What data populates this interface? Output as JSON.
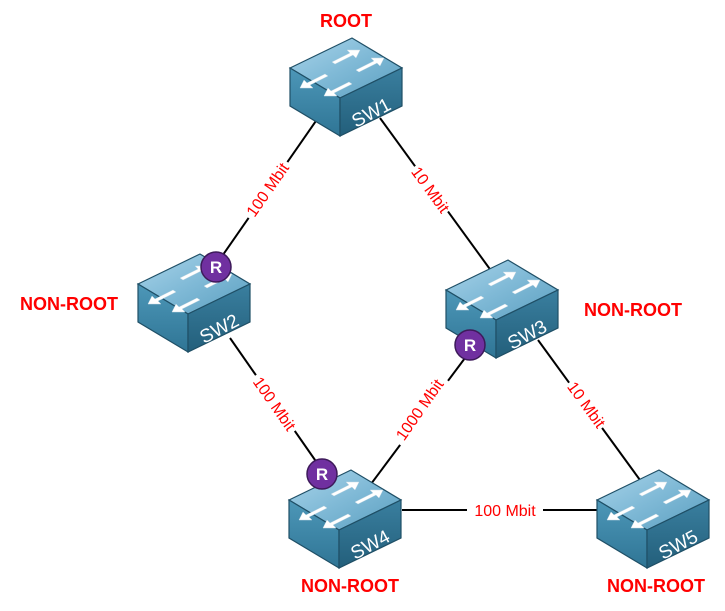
{
  "colors": {
    "label_red": "#ff0000",
    "link_black": "#000000",
    "switch_top": "#7fb9d6",
    "switch_front": "#3f88a8",
    "switch_side": "#2a6a88",
    "root_port_purple": "#7030a0"
  },
  "switches": [
    {
      "id": "sw1",
      "name": "SW1",
      "role": "ROOT"
    },
    {
      "id": "sw2",
      "name": "SW2",
      "role": "NON-ROOT"
    },
    {
      "id": "sw3",
      "name": "SW3",
      "role": "NON-ROOT"
    },
    {
      "id": "sw4",
      "name": "SW4",
      "role": "NON-ROOT"
    },
    {
      "id": "sw5",
      "name": "SW5",
      "role": "NON-ROOT"
    }
  ],
  "links": [
    {
      "from": "SW1",
      "to": "SW2",
      "label": "100 Mbit"
    },
    {
      "from": "SW1",
      "to": "SW3",
      "label": "10 Mbit"
    },
    {
      "from": "SW2",
      "to": "SW4",
      "label": "100 Mbit"
    },
    {
      "from": "SW3",
      "to": "SW4",
      "label": "1000 Mbit"
    },
    {
      "from": "SW3",
      "to": "SW5",
      "label": "10 Mbit"
    },
    {
      "from": "SW4",
      "to": "SW5",
      "label": "100 Mbit"
    }
  ],
  "root_ports": [
    {
      "switch": "SW2",
      "label": "R"
    },
    {
      "switch": "SW3",
      "label": "R"
    },
    {
      "switch": "SW4",
      "label": "R"
    }
  ]
}
